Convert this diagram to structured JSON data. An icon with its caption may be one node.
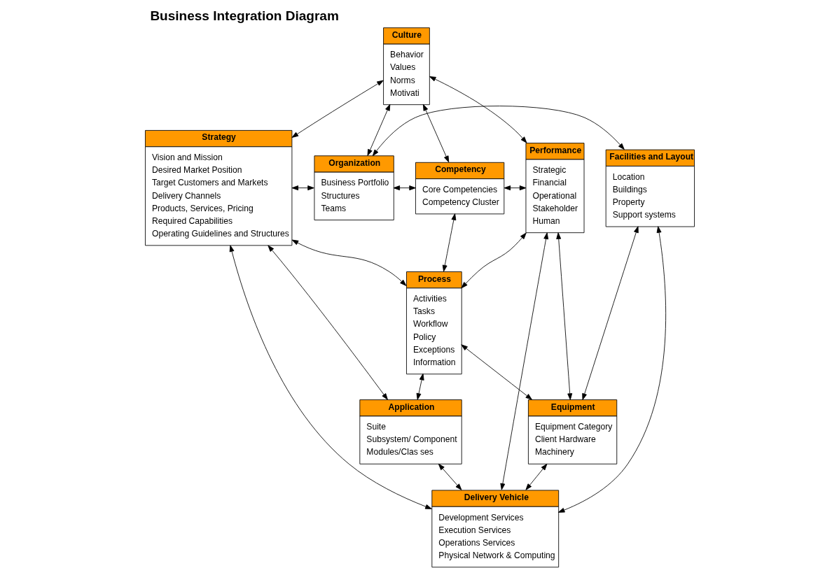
{
  "diagram": {
    "title": "Business Integration Diagram",
    "nodes": [
      {
        "text": [
          "Culture",
          "Behavior",
          "Values",
          "Norms",
          "Motivati"
        ]
      },
      {
        "text": [
          "Strategy",
          "Vision and Mission",
          "Desired Market Position",
          "Target Customers and Markets",
          "Delivery Channels",
          "Products, Services, Pricing",
          "Required Capabilities",
          "Operating Guidelines and Structures"
        ]
      },
      {
        "text": [
          "Organization",
          "Business Portfolio",
          "Structures",
          "Teams"
        ]
      },
      {
        "text": [
          "Facilities and Layout",
          "Location",
          "Buildings",
          "Property",
          "Support systems"
        ]
      },
      {
        "text": [
          "Competency",
          "Core Competencies",
          "Competency Cluster"
        ]
      },
      {
        "text": [
          "Performance",
          "Strategic",
          "Financial",
          "Operational",
          "Stakeholder",
          "Human"
        ]
      },
      {
        "text": [
          "Process",
          "Activities",
          "Tasks",
          "Workflow",
          "Policy",
          "Exceptions",
          "Information"
        ]
      },
      {
        "text": [
          "Application",
          "Suite",
          "Subsystem/ Component",
          "Modules/Clas ses"
        ]
      },
      {
        "text": [
          "Equipment",
          "Equipment Category",
          "Client Hardware",
          "Machinery"
        ]
      },
      {
        "text": [
          "Delivery Vehicle",
          "Development Services",
          "Execution Services",
          "Operations Services",
          "Physical Network & Computing"
        ]
      }
    ],
    "edges": [
      {
        "from": 1,
        "to": 0,
        "arrow": "both"
      },
      {
        "from": 0,
        "to": 5,
        "arrow": "both"
      },
      {
        "from": 0,
        "to": 2,
        "arrow": "both"
      },
      {
        "from": 0,
        "to": 4,
        "arrow": "both"
      },
      {
        "from": 2,
        "to": 4,
        "arrow": "both"
      },
      {
        "from": 1,
        "to": 2,
        "arrow": "both"
      },
      {
        "from": 2,
        "to": 3,
        "arrow": "both"
      },
      {
        "from": 4,
        "to": 5,
        "arrow": "both"
      },
      {
        "from": 4,
        "to": 6,
        "arrow": "both"
      },
      {
        "from": 1,
        "to": 6,
        "arrow": "both"
      },
      {
        "from": 6,
        "to": 5,
        "arrow": "both"
      },
      {
        "from": 6,
        "to": 7,
        "arrow": "both"
      },
      {
        "from": 6,
        "to": 8,
        "arrow": "both"
      },
      {
        "from": 1,
        "to": 7,
        "arrow": "both"
      },
      {
        "from": 3,
        "to": 8,
        "arrow": "both"
      },
      {
        "from": 8,
        "to": 5,
        "arrow": "both"
      },
      {
        "from": 7,
        "to": 9,
        "arrow": "both"
      },
      {
        "from": 3,
        "to": 9,
        "arrow": "both"
      },
      {
        "from": 8,
        "to": 9,
        "arrow": "both"
      },
      {
        "from": 1,
        "to": 9,
        "arrow": "both"
      },
      {
        "from": 9,
        "to": 5,
        "arrow": "both"
      }
    ]
  }
}
